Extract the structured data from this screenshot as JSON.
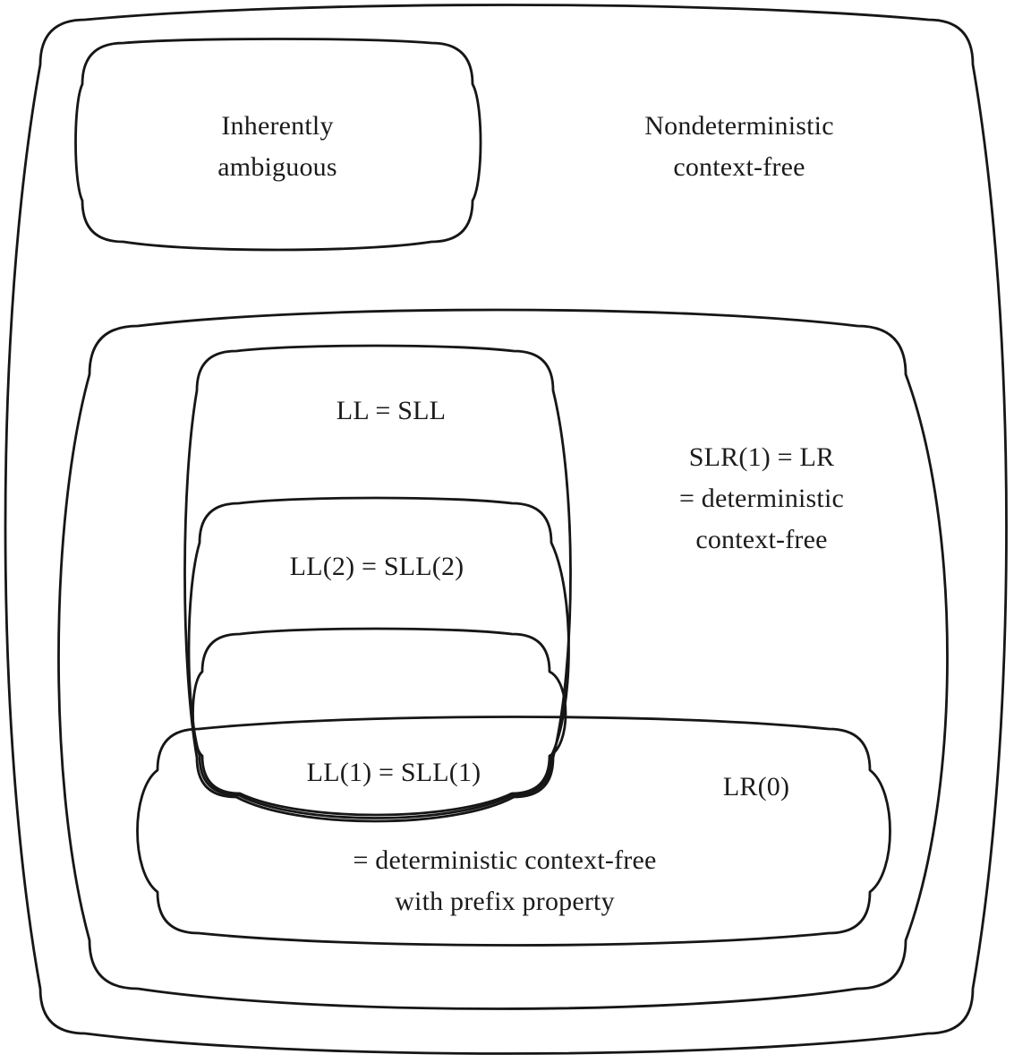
{
  "diagram": {
    "labels": {
      "nondeterministic": "Nondeterministic\ncontext-free",
      "inherently_ambiguous": "Inherently\nambiguous",
      "slr": "SLR(1) = LR\n= deterministic\ncontext-free",
      "ll": "LL = SLL",
      "ll2": "LL(2) = SLL(2)",
      "ll1": "LL(1) = SLL(1)",
      "lr0": "LR(0)",
      "prefix_note": "= deterministic context-free\nwith prefix property"
    },
    "colors": {
      "stroke": "#161616",
      "text": "#1b1b1b",
      "background": "#ffffff"
    }
  }
}
